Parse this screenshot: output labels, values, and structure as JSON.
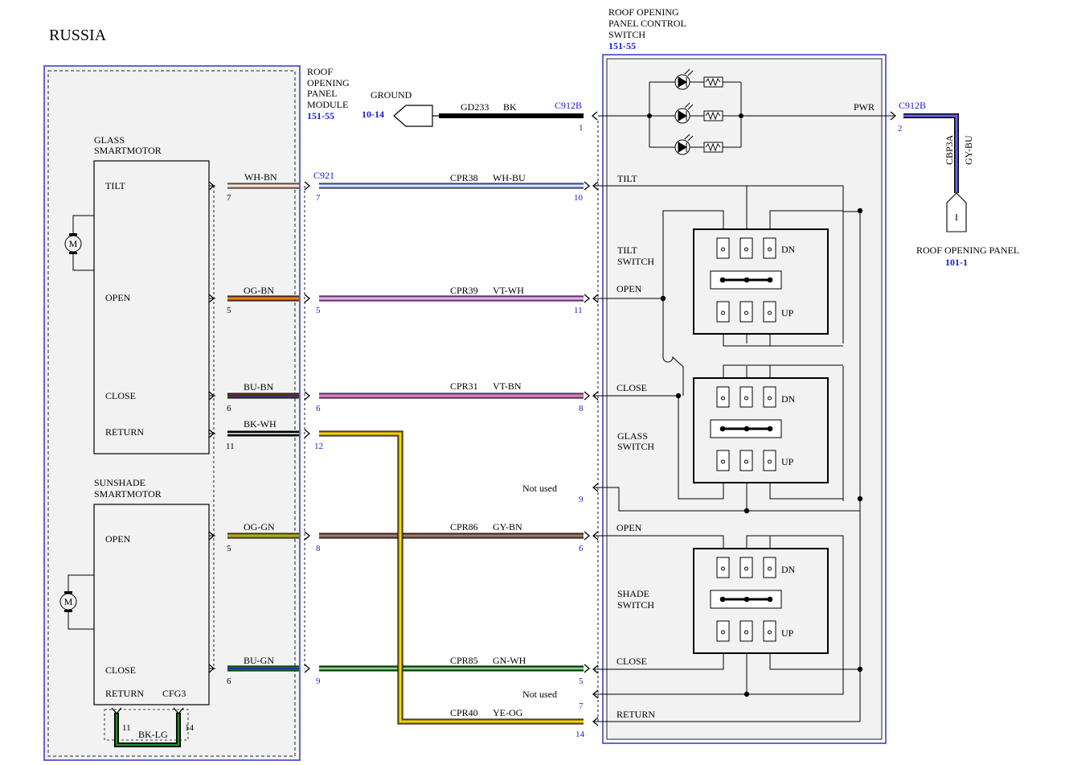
{
  "title": "RUSSIA",
  "colors": {
    "background": "#ffffff",
    "module_fill": "#f2f2f2",
    "border_blue": "#3333cc",
    "ref_blue": "#1a1adc",
    "line": "#000000"
  },
  "module": {
    "name": [
      "ROOF",
      "OPENING",
      "PANEL",
      "MODULE"
    ],
    "ref": "151-55",
    "connector": "C921"
  },
  "switch_assembly": {
    "name": [
      "ROOF OPENING",
      "PANEL CONTROL",
      "SWITCH"
    ],
    "ref": "151-55",
    "connector": "C912B"
  },
  "ground": {
    "label": "GROUND",
    "ref": "10-14",
    "circuit": "GD233",
    "color": "BK",
    "pin": "1",
    "connector": "C912B"
  },
  "power": {
    "label": "PWR",
    "connector": "C912B",
    "pin": "2",
    "circuit": "CBP3A",
    "color": "GY-BU",
    "fuse_symbol": "I"
  },
  "roof_opening_panel": {
    "name": "ROOF OPENING PANEL",
    "ref": "101-1"
  },
  "glass_motor": {
    "name": [
      "GLASS",
      "SMARTMOTOR"
    ],
    "motor_symbol": "M",
    "pins": {
      "tilt": "TILT",
      "open": "OPEN",
      "close": "CLOSE",
      "return": "RETURN"
    }
  },
  "sunshade_motor": {
    "name": [
      "SUNSHADE",
      "SMARTMOTOR"
    ],
    "motor_symbol": "M",
    "pins": {
      "open": "OPEN",
      "close": "CLOSE",
      "return": "RETURN",
      "cfg": "CFG3"
    },
    "jumper": {
      "from_pin": "11",
      "to_pin": "14",
      "color": "BK-LG"
    }
  },
  "wires": [
    {
      "motor_pin": "7",
      "motor_color": "WH-BN",
      "module_pin": "7",
      "circuit": "CPR38",
      "color": "WH-BU",
      "switch_pin": "10",
      "switch_label": "TILT"
    },
    {
      "motor_pin": "5",
      "motor_color": "OG-BN",
      "module_pin": "5",
      "circuit": "CPR39",
      "color": "VT-WH",
      "switch_pin": "11",
      "switch_label": "OPEN"
    },
    {
      "motor_pin": "6",
      "motor_color": "BU-BN",
      "module_pin": "6",
      "circuit": "CPR31",
      "color": "VT-BN",
      "switch_pin": "8",
      "switch_label": "CLOSE"
    },
    {
      "motor_pin": "11",
      "motor_color": "BK-WH",
      "module_pin": "12"
    },
    {
      "switch_pin": "9",
      "switch_label": "Not used"
    },
    {
      "motor_pin": "5",
      "motor_color": "OG-GN",
      "module_pin": "8",
      "circuit": "CPR86",
      "color": "GY-BN",
      "switch_pin": "6",
      "switch_label": "OPEN"
    },
    {
      "motor_pin": "6",
      "motor_color": "BU-GN",
      "module_pin": "9",
      "circuit": "CPR85",
      "color": "GN-WH",
      "switch_pin": "5",
      "switch_label": "CLOSE"
    },
    {
      "switch_pin": "7",
      "switch_label": "Not used"
    },
    {
      "circuit": "CPR40",
      "color": "YE-OG",
      "switch_pin": "14",
      "switch_label": "RETURN"
    }
  ],
  "switches": [
    {
      "name": [
        "TILT",
        "SWITCH"
      ],
      "dn": "DN",
      "up": "UP"
    },
    {
      "name": [
        "GLASS",
        "SWITCH"
      ],
      "dn": "DN",
      "up": "UP"
    },
    {
      "name": [
        "SHADE",
        "SWITCH"
      ],
      "dn": "DN",
      "up": "UP"
    }
  ]
}
